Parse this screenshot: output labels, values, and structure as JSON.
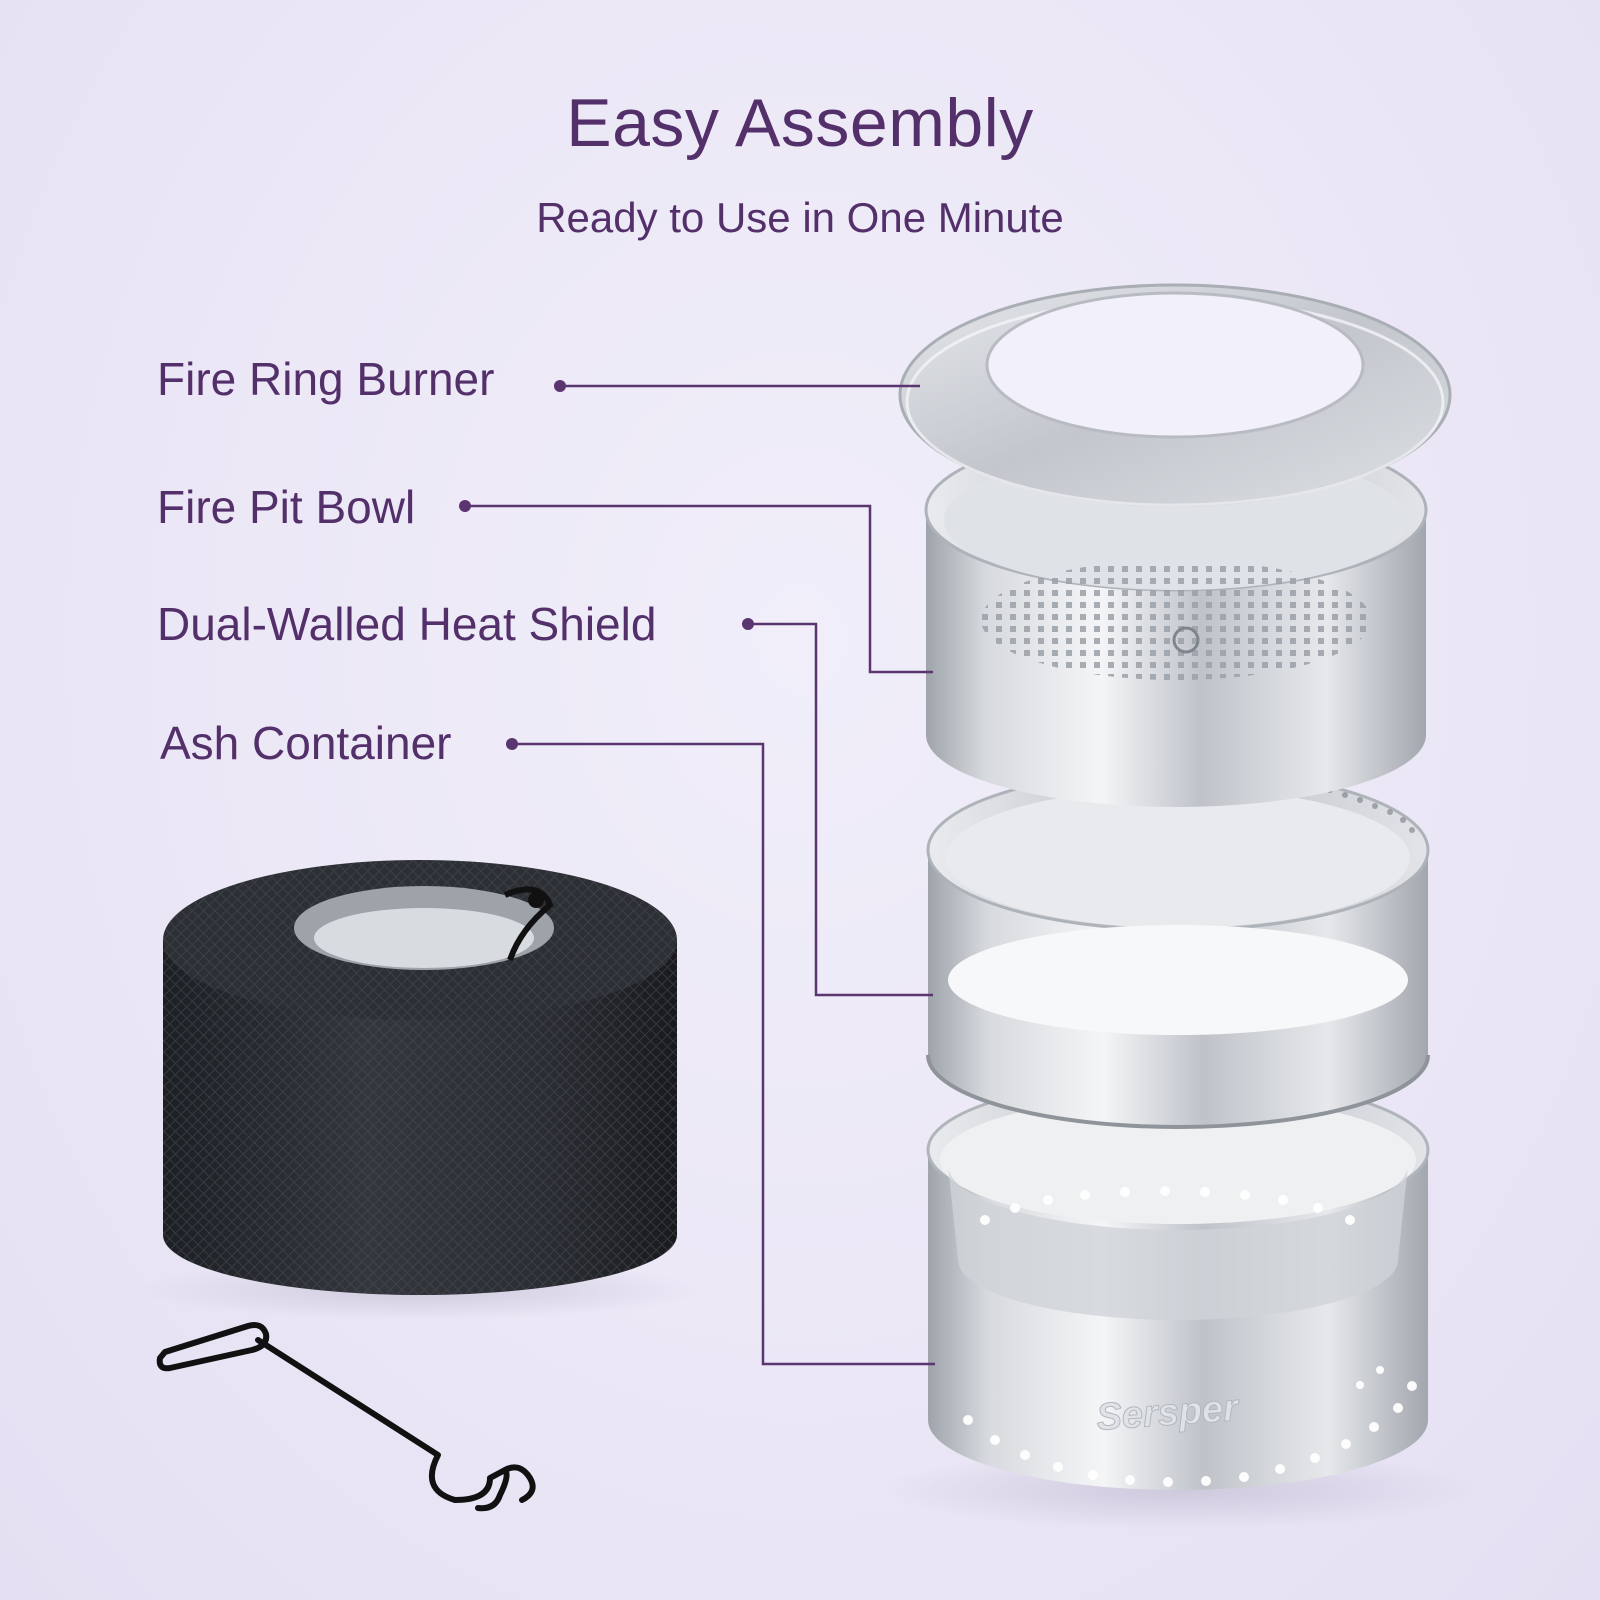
{
  "header": {
    "title": "Easy Assembly",
    "subtitle": "Ready to Use in One Minute"
  },
  "parts": [
    {
      "label": "Fire Ring Burner"
    },
    {
      "label": "Fire Pit Bowl"
    },
    {
      "label": "Dual-Walled Heat Shield"
    },
    {
      "label": "Ash Container"
    }
  ],
  "product": {
    "brand": "Sersper",
    "accessories": [
      "storage-cover",
      "lifting-hook"
    ]
  },
  "colors": {
    "text": "#54306a",
    "leader_line": "#5a3570",
    "background": "#ece8f7",
    "steel": "#c9cdd3",
    "cover": "#26292e"
  }
}
